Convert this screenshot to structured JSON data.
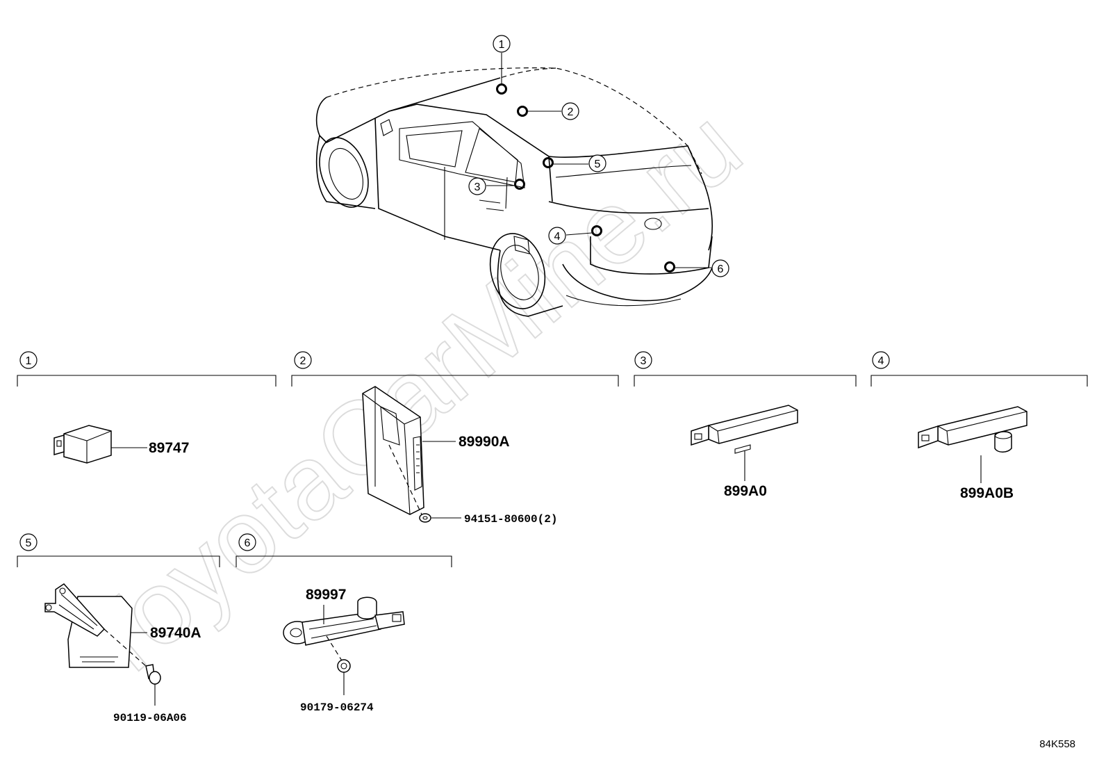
{
  "watermark": "ToyotaCarMine.ru",
  "diagram_code": "84K558",
  "overview": {
    "callouts": [
      "1",
      "2",
      "3",
      "4",
      "5",
      "6"
    ]
  },
  "sections": [
    {
      "num": "1",
      "parts": [
        "89747"
      ]
    },
    {
      "num": "2",
      "parts": [
        "89990A",
        "94151-80600(2)"
      ]
    },
    {
      "num": "3",
      "parts": [
        "899A0"
      ]
    },
    {
      "num": "4",
      "parts": [
        "899A0B"
      ]
    },
    {
      "num": "5",
      "parts": [
        "89740A",
        "90119-06A06"
      ]
    },
    {
      "num": "6",
      "parts": [
        "89997",
        "90179-06274"
      ]
    }
  ]
}
